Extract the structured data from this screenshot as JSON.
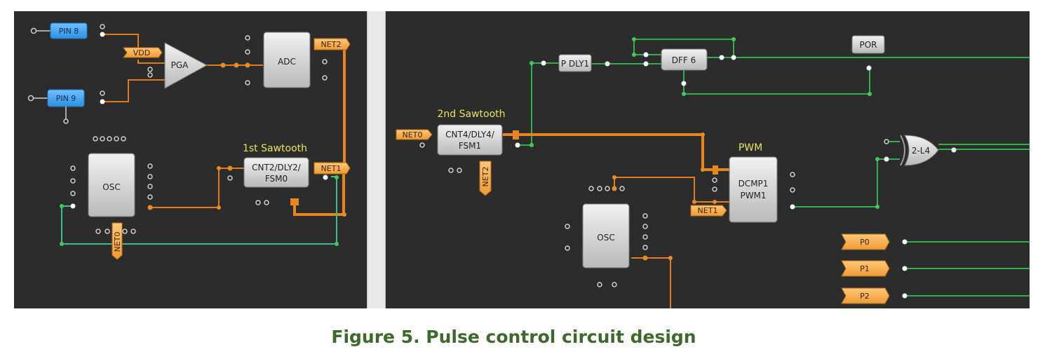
{
  "left": {
    "pin8": "PIN 8",
    "pin9": "PIN 9",
    "vdd": "VDD",
    "pga": "PGA",
    "adc": "ADC",
    "net2": "NET2",
    "title_1st": "1st Sawtooth",
    "cnt2_l1": "CNT2/DLY2/",
    "cnt2_l2": "FSM0",
    "net1": "NET1",
    "osc": "OSC",
    "net0": "NET0"
  },
  "right": {
    "pdly": "P DLY1",
    "dff": "DFF 6",
    "por": "POR",
    "title_2nd": "2nd Sawtooth",
    "net0": "NET0",
    "cnt4_l1": "CNT4/DLY4/",
    "cnt4_l2": "FSM1",
    "net2": "NET2",
    "pwm_title": "PWM",
    "dcmp_l1": "DCMP1",
    "dcmp_l2": "PWM1",
    "net1": "NET1",
    "xor": "2-L4",
    "osc": "OSC",
    "p0": "P0",
    "p1": "P1",
    "p2": "P2"
  },
  "caption": "Figure 5. Pulse control circuit design",
  "colors": {
    "background": "#2c2c2c",
    "wire_orange": "#e07d1a",
    "wire_green": "#2fb048",
    "tag_orange": "#f0a84a",
    "pin_blue": "#3a9ee8",
    "caption_green": "#3d6a2a"
  }
}
